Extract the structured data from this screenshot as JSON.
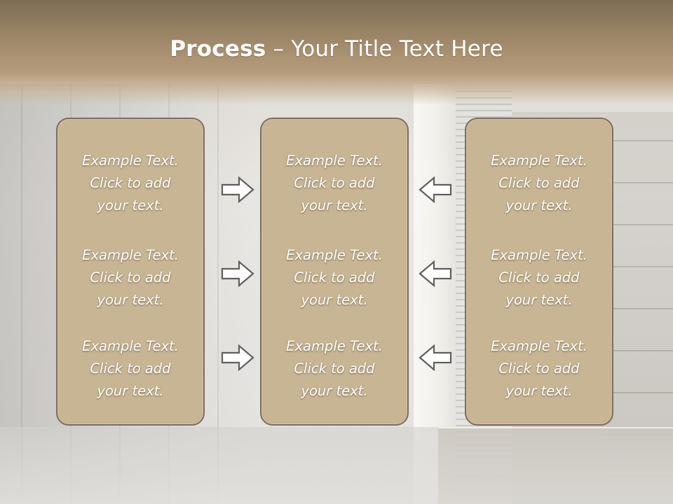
{
  "slide": {
    "title_bold": "Process",
    "title_rest": " – Your Title Text Here"
  },
  "boxes": [
    {
      "items": [
        "Example Text.\nClick  to add\nyour text.",
        "Example Text.\nClick  to add\nyour text.",
        "Example Text.\nClick  to add\nyour text."
      ]
    },
    {
      "items": [
        "Example Text.\nClick  to add\nyour text.",
        "Example Text.\nClick  to add\nyour text.",
        "Example Text.\nClick  to add\nyour text."
      ]
    },
    {
      "items": [
        "Example Text.\nClick  to add\nyour text.",
        "Example Text.\nClick  to add\nyour text.",
        "Example Text.\nClick  to add\nyour text."
      ]
    }
  ],
  "arrows": {
    "left_column_direction": "right",
    "right_column_direction": "left"
  },
  "colors": {
    "title_band": "#9c8668",
    "box_fill": "#c8b594",
    "box_border": "#7a6e5f",
    "text": "#ffffff",
    "arrow_stroke": "#5f5f5f",
    "arrow_fill": "#ffffff"
  }
}
